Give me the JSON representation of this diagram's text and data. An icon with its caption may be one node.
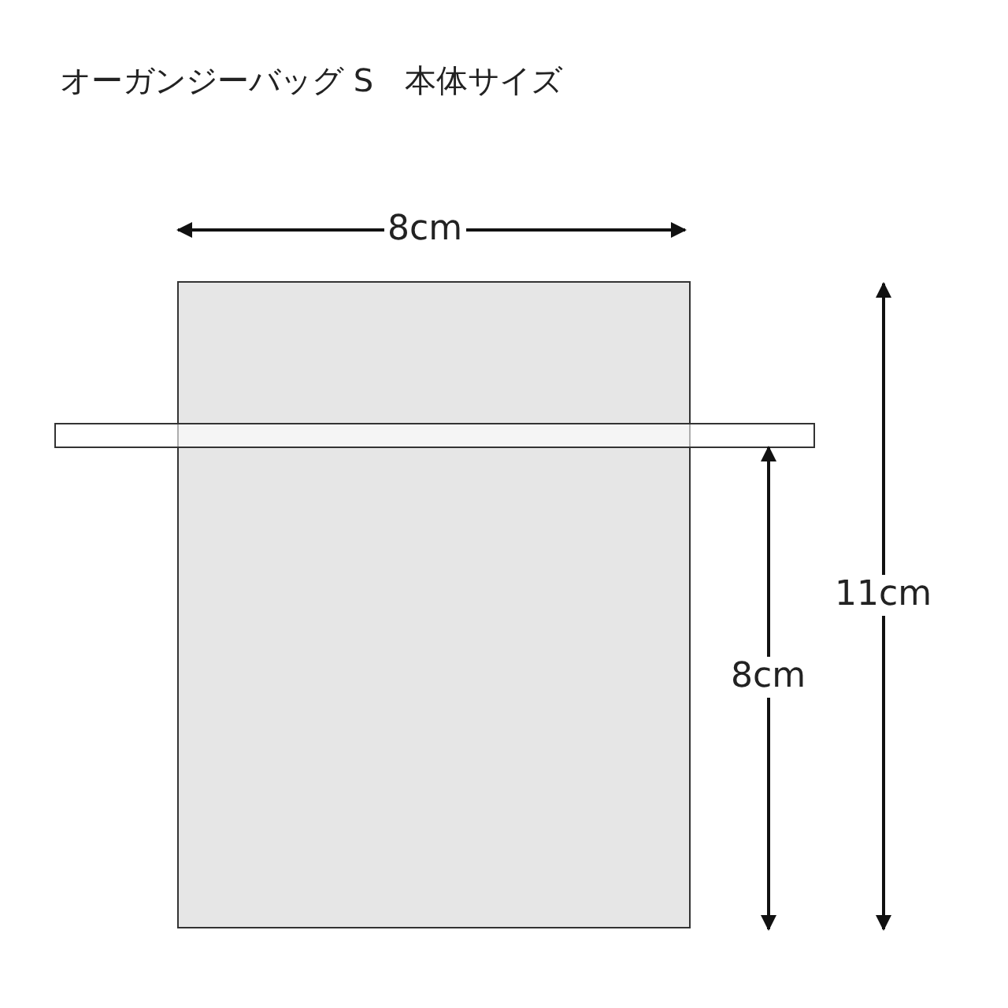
{
  "diagram": {
    "title": "オーガンジーバッグ S　本体サイズ",
    "nodes": [
      {
        "text": [],
        "shape": "box"
      },
      {
        "text": [],
        "shape": "bar"
      }
    ],
    "labels": [
      "8cm",
      "11cm",
      "8cm"
    ]
  }
}
